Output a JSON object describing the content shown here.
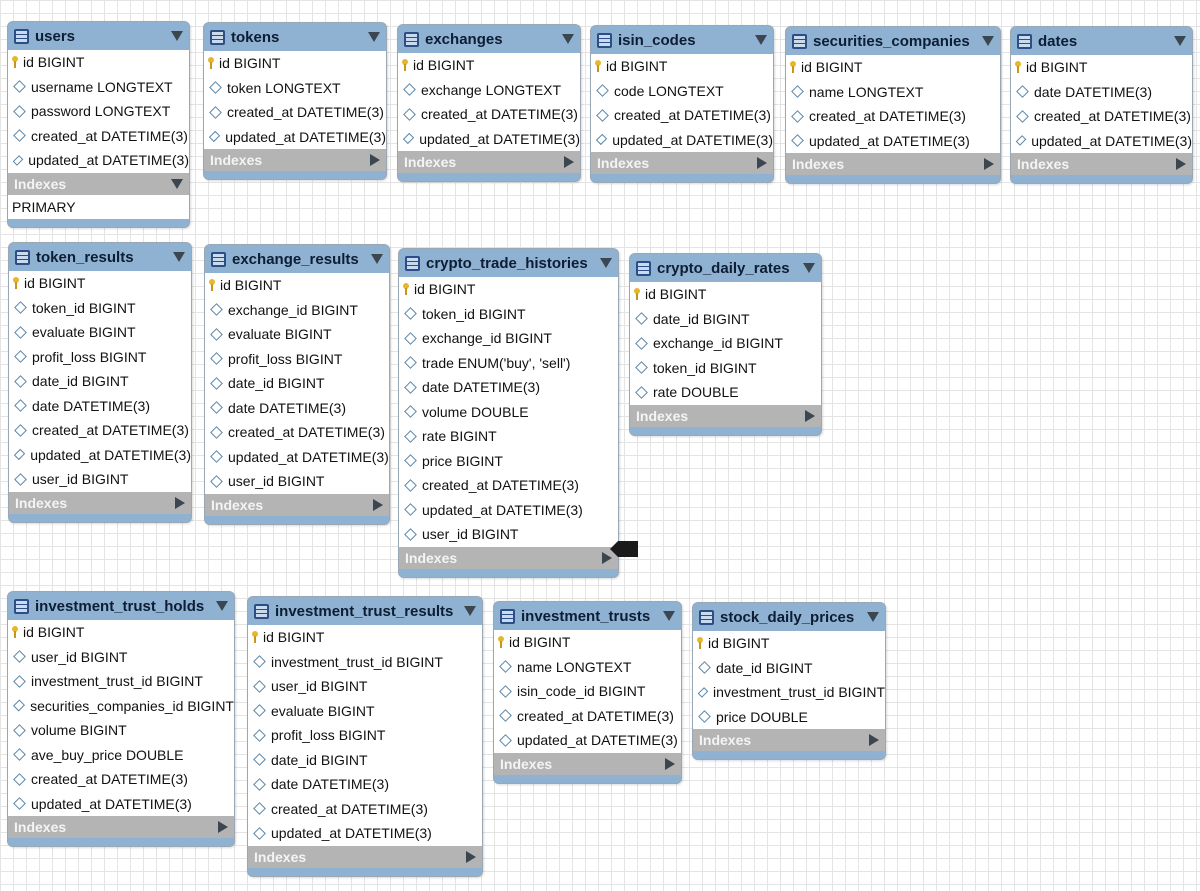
{
  "tables": [
    {
      "name": "users",
      "columns": [
        {
          "key": true,
          "text": "id BIGINT"
        },
        {
          "key": false,
          "text": "username LONGTEXT"
        },
        {
          "key": false,
          "text": "password LONGTEXT"
        },
        {
          "key": false,
          "text": "created_at DATETIME(3)"
        },
        {
          "key": false,
          "text": "updated_at DATETIME(3)"
        }
      ],
      "indexes_label": "Indexes",
      "indexes_expanded": true,
      "indexes": [
        "PRIMARY"
      ]
    },
    {
      "name": "tokens",
      "columns": [
        {
          "key": true,
          "text": "id BIGINT"
        },
        {
          "key": false,
          "text": "token LONGTEXT"
        },
        {
          "key": false,
          "text": "created_at DATETIME(3)"
        },
        {
          "key": false,
          "text": "updated_at DATETIME(3)"
        }
      ],
      "indexes_label": "Indexes",
      "indexes_expanded": false,
      "indexes": []
    },
    {
      "name": "exchanges",
      "columns": [
        {
          "key": true,
          "text": "id BIGINT"
        },
        {
          "key": false,
          "text": "exchange LONGTEXT"
        },
        {
          "key": false,
          "text": "created_at DATETIME(3)"
        },
        {
          "key": false,
          "text": "updated_at DATETIME(3)"
        }
      ],
      "indexes_label": "Indexes",
      "indexes_expanded": false,
      "indexes": []
    },
    {
      "name": "isin_codes",
      "columns": [
        {
          "key": true,
          "text": "id BIGINT"
        },
        {
          "key": false,
          "text": "code LONGTEXT"
        },
        {
          "key": false,
          "text": "created_at DATETIME(3)"
        },
        {
          "key": false,
          "text": "updated_at DATETIME(3)"
        }
      ],
      "indexes_label": "Indexes",
      "indexes_expanded": false,
      "indexes": []
    },
    {
      "name": "securities_companies",
      "columns": [
        {
          "key": true,
          "text": "id BIGINT"
        },
        {
          "key": false,
          "text": "name LONGTEXT"
        },
        {
          "key": false,
          "text": "created_at DATETIME(3)"
        },
        {
          "key": false,
          "text": "updated_at DATETIME(3)"
        }
      ],
      "indexes_label": "Indexes",
      "indexes_expanded": false,
      "indexes": []
    },
    {
      "name": "dates",
      "columns": [
        {
          "key": true,
          "text": "id BIGINT"
        },
        {
          "key": false,
          "text": "date DATETIME(3)"
        },
        {
          "key": false,
          "text": "created_at DATETIME(3)"
        },
        {
          "key": false,
          "text": "updated_at DATETIME(3)"
        }
      ],
      "indexes_label": "Indexes",
      "indexes_expanded": false,
      "indexes": []
    },
    {
      "name": "token_results",
      "columns": [
        {
          "key": true,
          "text": "id BIGINT"
        },
        {
          "key": false,
          "text": "token_id BIGINT"
        },
        {
          "key": false,
          "text": "evaluate BIGINT"
        },
        {
          "key": false,
          "text": "profit_loss BIGINT"
        },
        {
          "key": false,
          "text": "date_id BIGINT"
        },
        {
          "key": false,
          "text": "date DATETIME(3)"
        },
        {
          "key": false,
          "text": "created_at DATETIME(3)"
        },
        {
          "key": false,
          "text": "updated_at DATETIME(3)"
        },
        {
          "key": false,
          "text": "user_id BIGINT"
        }
      ],
      "indexes_label": "Indexes",
      "indexes_expanded": false,
      "indexes": []
    },
    {
      "name": "exchange_results",
      "columns": [
        {
          "key": true,
          "text": "id BIGINT"
        },
        {
          "key": false,
          "text": "exchange_id BIGINT"
        },
        {
          "key": false,
          "text": "evaluate BIGINT"
        },
        {
          "key": false,
          "text": "profit_loss BIGINT"
        },
        {
          "key": false,
          "text": "date_id BIGINT"
        },
        {
          "key": false,
          "text": "date DATETIME(3)"
        },
        {
          "key": false,
          "text": "created_at DATETIME(3)"
        },
        {
          "key": false,
          "text": "updated_at DATETIME(3)"
        },
        {
          "key": false,
          "text": "user_id BIGINT"
        }
      ],
      "indexes_label": "Indexes",
      "indexes_expanded": false,
      "indexes": []
    },
    {
      "name": "crypto_trade_histories",
      "columns": [
        {
          "key": true,
          "text": "id BIGINT"
        },
        {
          "key": false,
          "text": "token_id BIGINT"
        },
        {
          "key": false,
          "text": "exchange_id BIGINT"
        },
        {
          "key": false,
          "text": "trade ENUM('buy', 'sell')"
        },
        {
          "key": false,
          "text": "date DATETIME(3)"
        },
        {
          "key": false,
          "text": "volume DOUBLE"
        },
        {
          "key": false,
          "text": "rate BIGINT"
        },
        {
          "key": false,
          "text": "price BIGINT"
        },
        {
          "key": false,
          "text": "created_at DATETIME(3)"
        },
        {
          "key": false,
          "text": "updated_at DATETIME(3)"
        },
        {
          "key": false,
          "text": "user_id BIGINT"
        }
      ],
      "indexes_label": "Indexes",
      "indexes_expanded": false,
      "indexes": []
    },
    {
      "name": "crypto_daily_rates",
      "columns": [
        {
          "key": true,
          "text": "id BIGINT"
        },
        {
          "key": false,
          "text": "date_id BIGINT"
        },
        {
          "key": false,
          "text": "exchange_id BIGINT"
        },
        {
          "key": false,
          "text": "token_id BIGINT"
        },
        {
          "key": false,
          "text": "rate DOUBLE"
        }
      ],
      "indexes_label": "Indexes",
      "indexes_expanded": false,
      "indexes": []
    },
    {
      "name": "investment_trust_holds",
      "columns": [
        {
          "key": true,
          "text": "id BIGINT"
        },
        {
          "key": false,
          "text": "user_id BIGINT"
        },
        {
          "key": false,
          "text": "investment_trust_id BIGINT"
        },
        {
          "key": false,
          "text": "securities_companies_id BIGINT"
        },
        {
          "key": false,
          "text": "volume BIGINT"
        },
        {
          "key": false,
          "text": "ave_buy_price DOUBLE"
        },
        {
          "key": false,
          "text": "created_at DATETIME(3)"
        },
        {
          "key": false,
          "text": "updated_at DATETIME(3)"
        }
      ],
      "indexes_label": "Indexes",
      "indexes_expanded": false,
      "indexes": []
    },
    {
      "name": "investment_trust_results",
      "columns": [
        {
          "key": true,
          "text": "id BIGINT"
        },
        {
          "key": false,
          "text": "investment_trust_id BIGINT"
        },
        {
          "key": false,
          "text": "user_id BIGINT"
        },
        {
          "key": false,
          "text": "evaluate BIGINT"
        },
        {
          "key": false,
          "text": "profit_loss BIGINT"
        },
        {
          "key": false,
          "text": "date_id BIGINT"
        },
        {
          "key": false,
          "text": "date DATETIME(3)"
        },
        {
          "key": false,
          "text": "created_at DATETIME(3)"
        },
        {
          "key": false,
          "text": "updated_at DATETIME(3)"
        }
      ],
      "indexes_label": "Indexes",
      "indexes_expanded": false,
      "indexes": []
    },
    {
      "name": "investment_trusts",
      "columns": [
        {
          "key": true,
          "text": "id BIGINT"
        },
        {
          "key": false,
          "text": "name LONGTEXT"
        },
        {
          "key": false,
          "text": "isin_code_id BIGINT"
        },
        {
          "key": false,
          "text": "created_at DATETIME(3)"
        },
        {
          "key": false,
          "text": "updated_at DATETIME(3)"
        }
      ],
      "indexes_label": "Indexes",
      "indexes_expanded": false,
      "indexes": []
    },
    {
      "name": "stock_daily_prices",
      "columns": [
        {
          "key": true,
          "text": "id BIGINT"
        },
        {
          "key": false,
          "text": "date_id BIGINT"
        },
        {
          "key": false,
          "text": "investment_trust_id BIGINT"
        },
        {
          "key": false,
          "text": "price DOUBLE"
        }
      ],
      "indexes_label": "Indexes",
      "indexes_expanded": false,
      "indexes": []
    }
  ]
}
